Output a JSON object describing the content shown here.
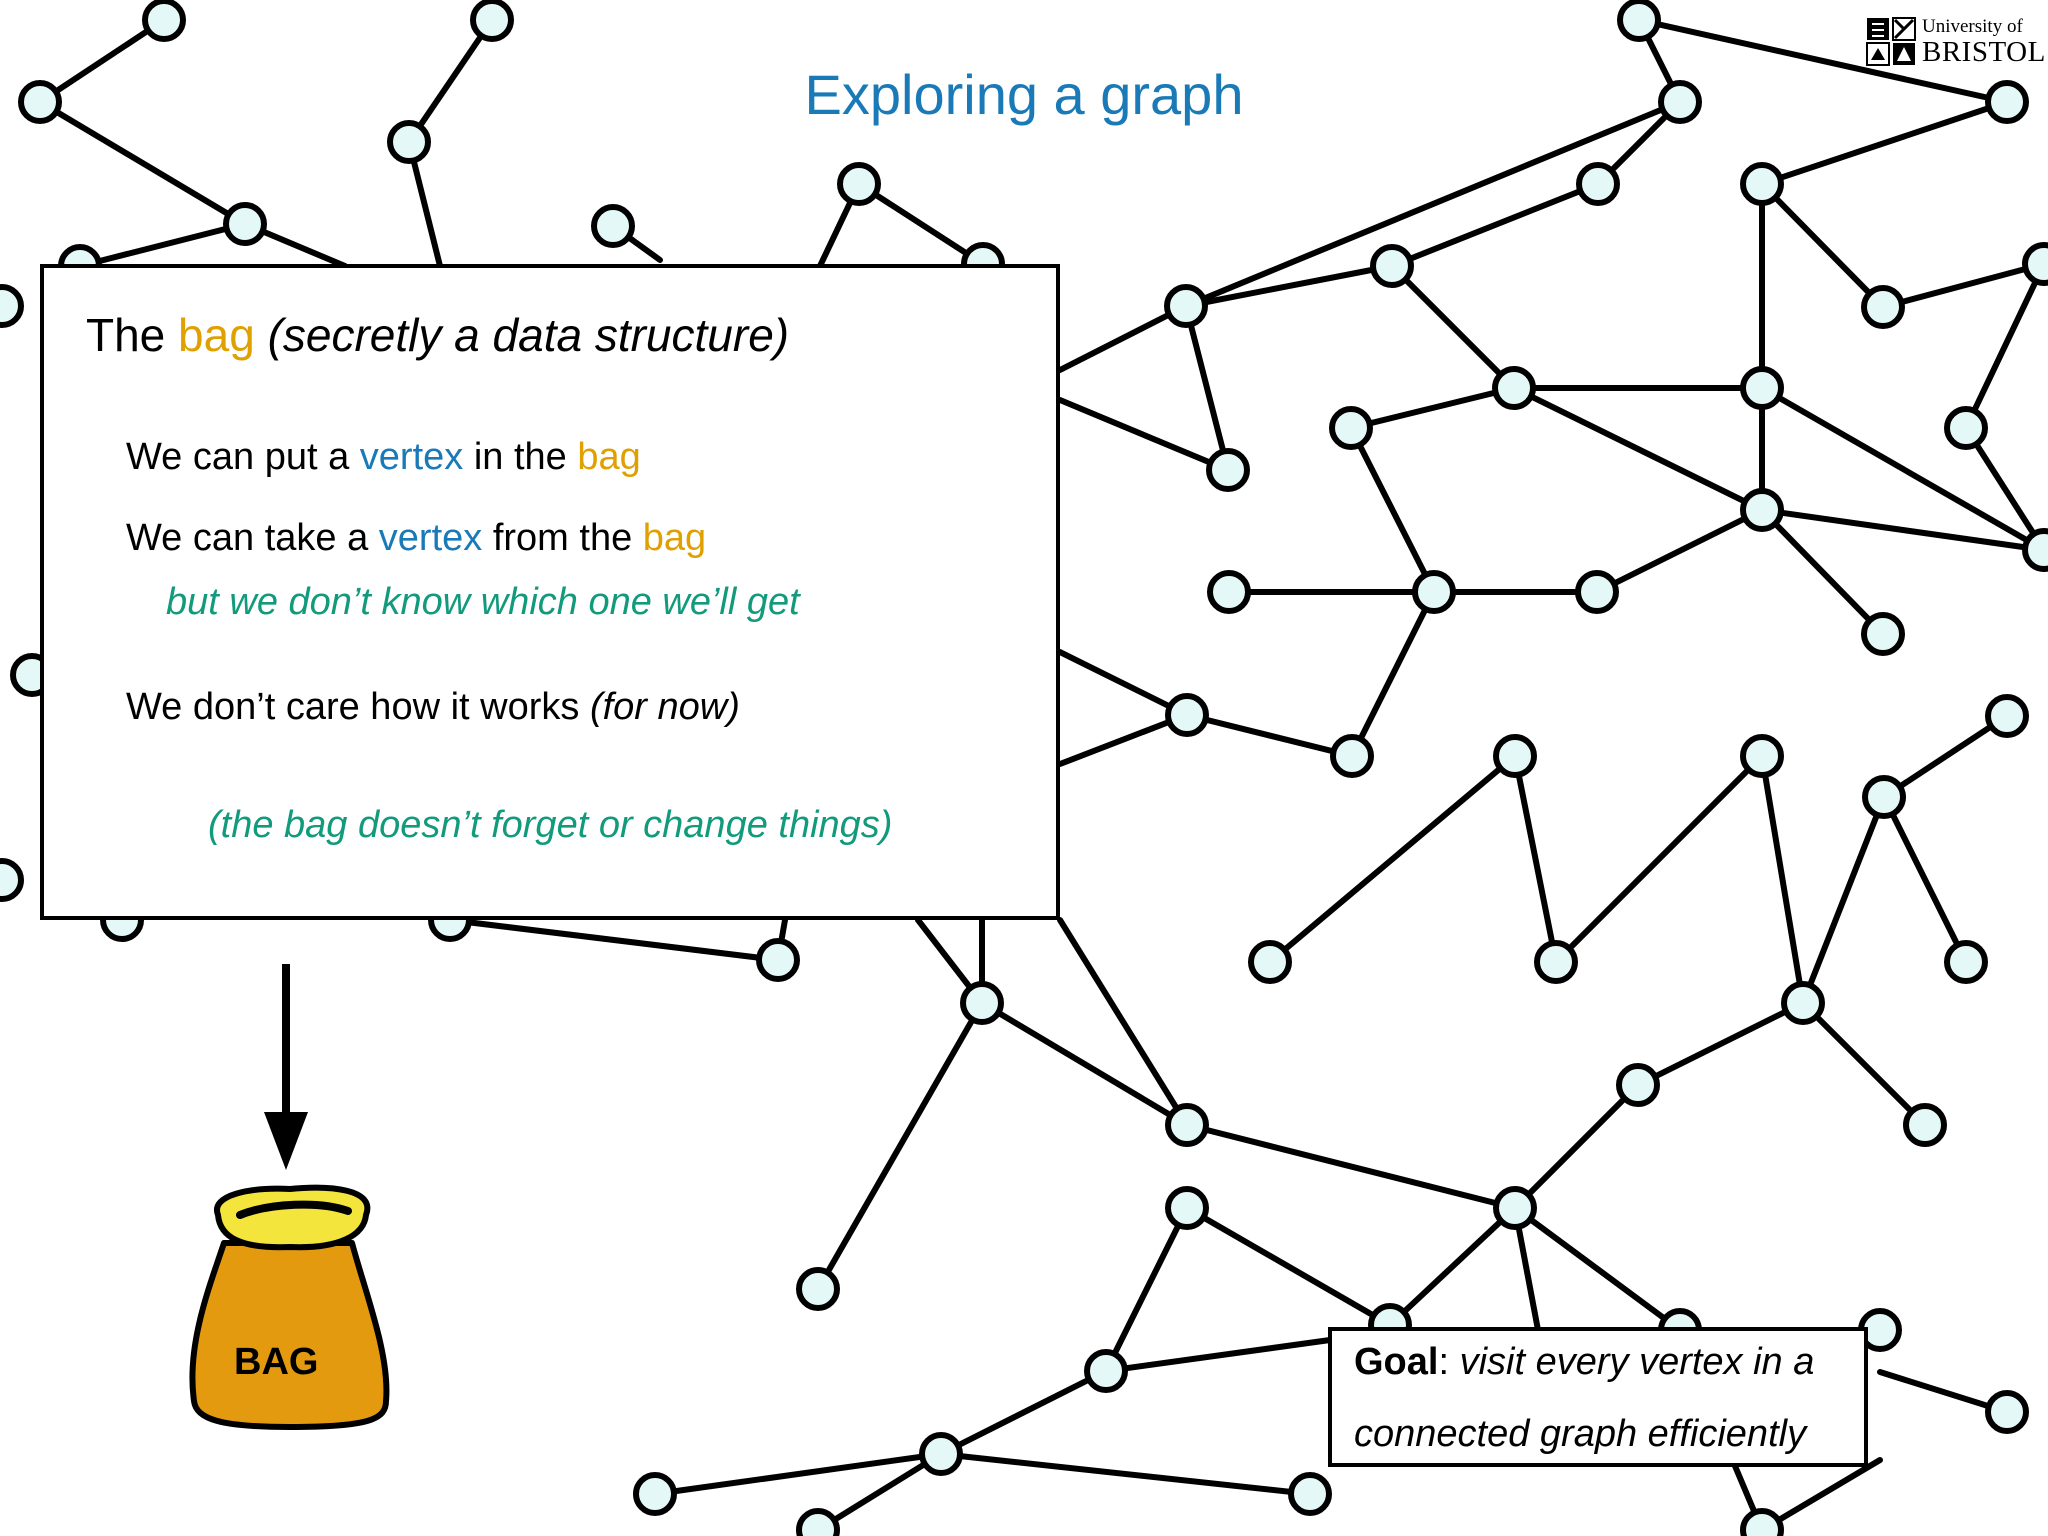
{
  "title": "Exploring a graph",
  "logo": {
    "line1": "University of",
    "line2": "BRISTOL"
  },
  "panel": {
    "heading_prefix": "The ",
    "heading_bag": "bag",
    "heading_suffix": "(secretly a data structure)",
    "put_prefix": "We can put a ",
    "put_vertex": "vertex",
    "put_mid": " in the ",
    "put_bag": "bag",
    "take_prefix": "We can take a ",
    "take_vertex": "vertex",
    "take_mid": " from the ",
    "take_bag": "bag",
    "take_note": "but we don’t know which one we’ll get",
    "care_text": "We don’t care how it works ",
    "care_note": "(for now)",
    "forget_note": "(the bag doesn’t forget or change things)"
  },
  "bag_label": "BAG",
  "goal": {
    "label": "Goal",
    "colon": ": ",
    "text1": "visit every vertex in a",
    "text2": "connected graph efficiently"
  },
  "colors": {
    "title": "#1a7ab8",
    "vertex_word": "#1a7ab8",
    "bag_word": "#e0a000",
    "note": "#129a7c",
    "node_fill": "#e4f8f8",
    "bag_body": "#e39a0f",
    "bag_top": "#f3e53c"
  }
}
